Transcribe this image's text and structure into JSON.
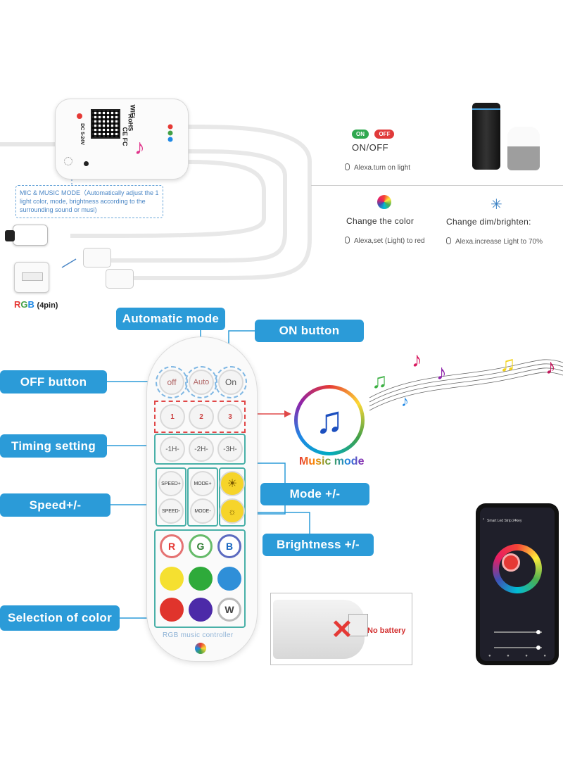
{
  "controller": {
    "brand_marks": [
      "WiFi",
      "RoHS",
      "CE FC"
    ],
    "voltage": "DC 5-24V",
    "mic_note": "MIC & MUSIC MODE（Automatically adjust the 1 light color, mode, brightness according to the surrounding sound or musi)",
    "rgb_label_r": "R",
    "rgb_label_g": "G",
    "rgb_label_b": "B",
    "rgb_pin": "(4pin)"
  },
  "alexa": {
    "toggle_on": "ON",
    "toggle_off": "OFF",
    "onoff_title": "ON/OFF",
    "onoff_hint": "Alexa.turn on light",
    "color_title": "Change the color",
    "color_hint": "Alexa,set (Light) to red",
    "dim_title": "Change dim/brighten:",
    "dim_hint": "Alexa.increase Light  to 70%"
  },
  "labels": {
    "automatic_mode": "Automatic mode",
    "on_button": "ON button",
    "off_button": "OFF button",
    "timing_setting": "Timing setting",
    "speed": "Speed+/-",
    "mode": "Mode +/-",
    "brightness": "Brightness +/-",
    "selection_of_color": "Selection of color"
  },
  "remote": {
    "off": "off",
    "auto": "Auto",
    "on": "On",
    "music_1": "1",
    "music_2": "2",
    "music_3": "3",
    "timer_1": "-1H-",
    "timer_2": "-2H-",
    "timer_3": "-3H-",
    "speed_plus": "SPEED+",
    "speed_minus": "SPEED-",
    "mode_plus": "MODE+",
    "mode_minus": "MODE-",
    "letter_r": "R",
    "letter_g": "G",
    "letter_b": "B",
    "letter_w": "W",
    "footer": "RGB music controller",
    "colors": [
      "#f5e030",
      "#2eaa3a",
      "#2f8fd8",
      "#e0342c",
      "#4c2aa8"
    ]
  },
  "music_mode": {
    "label": "Music mode"
  },
  "battery": {
    "label": "No battery"
  },
  "phone": {
    "title": "Smart Led Strip 24key"
  }
}
